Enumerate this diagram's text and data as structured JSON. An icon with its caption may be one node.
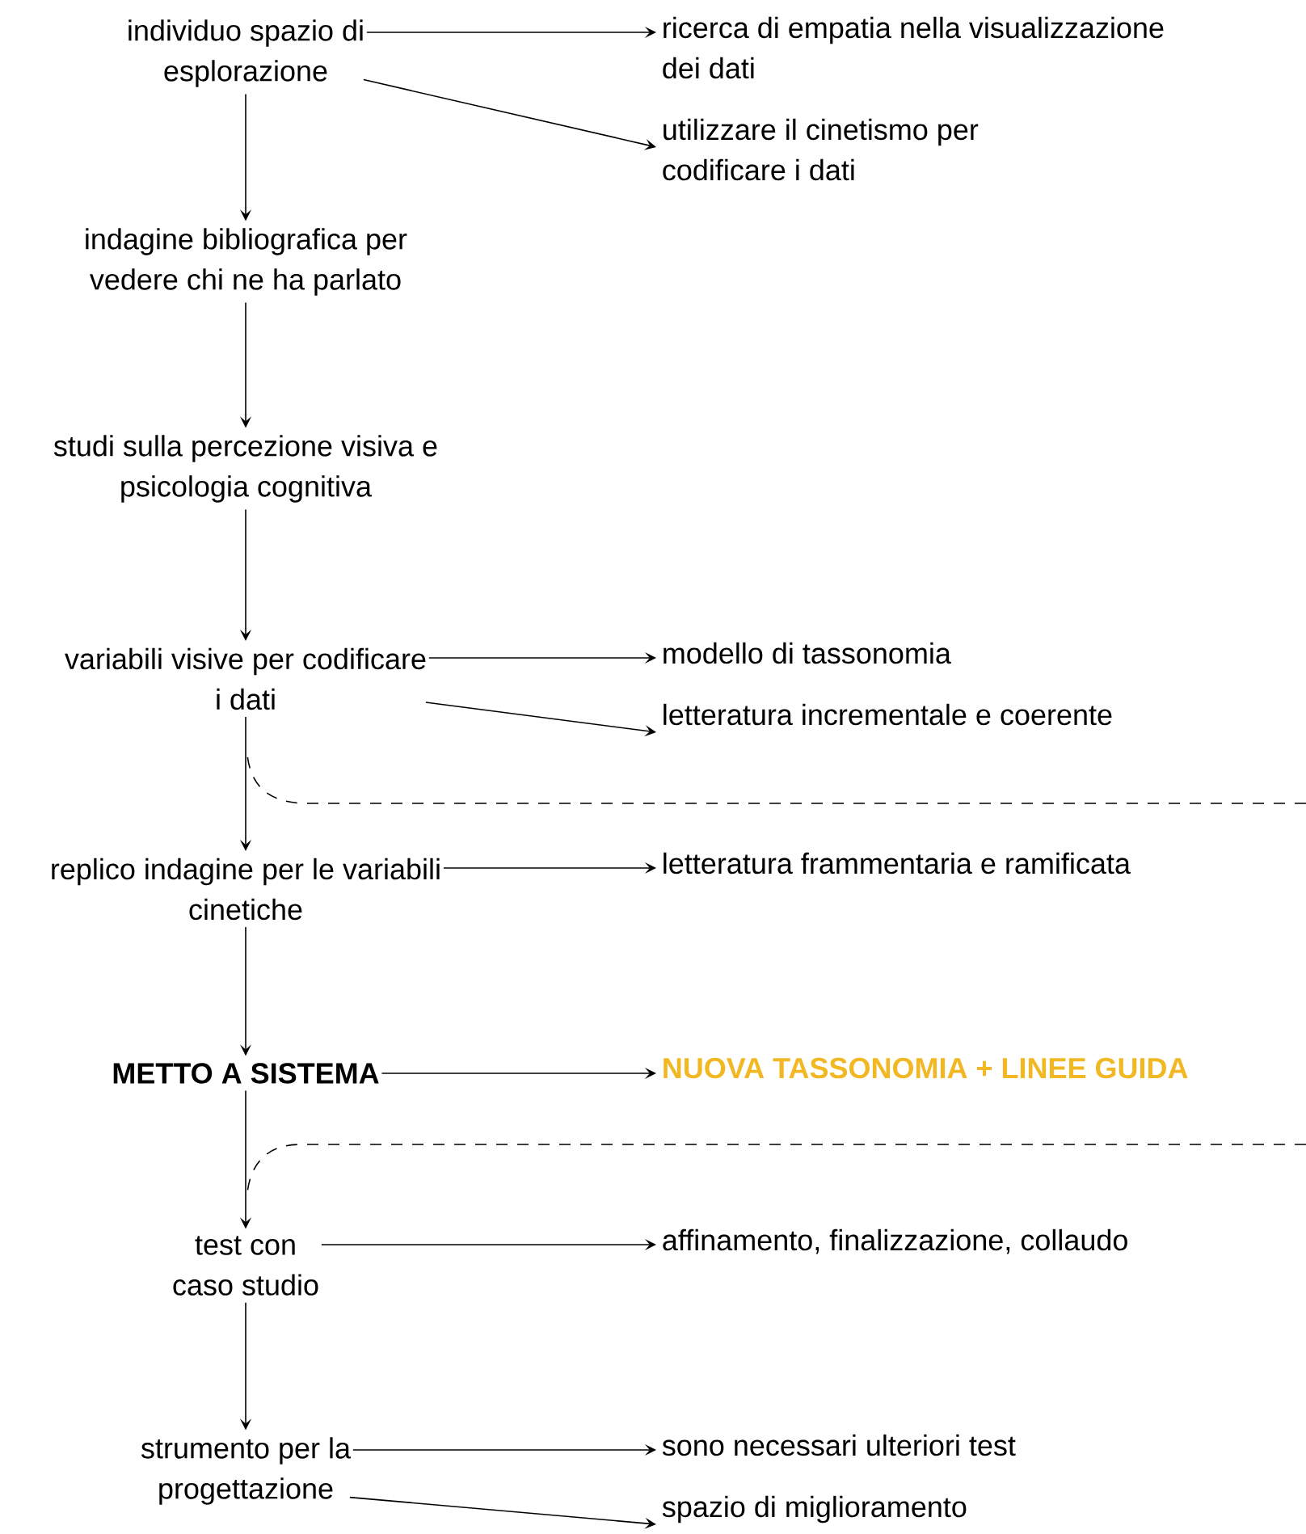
{
  "diagram": {
    "nodes": [
      {
        "text": [
          "individuo spazio di esplorazione"
        ]
      },
      {
        "text": [
          "ricerca di empatia nella visualizzazione dei dati"
        ]
      },
      {
        "text": [
          "utilizzare il cinetismo per codificare i dati"
        ]
      },
      {
        "text": [
          "indagine bibliografica per vedere chi ne ha parlato"
        ]
      },
      {
        "text": [
          "studi sulla percezione visiva e psicologia cognitiva"
        ]
      },
      {
        "text": [
          "variabili visive per codificare i dati"
        ]
      },
      {
        "text": [
          "modello di tassonomia"
        ]
      },
      {
        "text": [
          "letteratura incrementale e coerente"
        ]
      },
      {
        "text": [
          "replico indagine per le variabili cinetiche"
        ]
      },
      {
        "text": [
          "letteratura frammentaria e ramificata"
        ]
      },
      {
        "text": [
          "METTO A SISTEMA"
        ]
      },
      {
        "text": [
          "NUOVA TASSONOMIA + LINEE GUIDA"
        ]
      },
      {
        "text": [
          "test con caso studio"
        ]
      },
      {
        "text": [
          "affinamento, finalizzazione, collaudo"
        ]
      },
      {
        "text": [
          "strumento per la progettazione"
        ]
      },
      {
        "text": [
          "sono necessari ulteriori test"
        ]
      },
      {
        "text": [
          "spazio di miglioramento"
        ]
      }
    ],
    "edges": [
      {
        "from": 0,
        "to": 1,
        "arrow": "to"
      },
      {
        "from": 0,
        "to": 2,
        "arrow": "to"
      },
      {
        "from": 0,
        "to": 3,
        "arrow": "to"
      },
      {
        "from": 3,
        "to": 4,
        "arrow": "to"
      },
      {
        "from": 4,
        "to": 5,
        "arrow": "to"
      },
      {
        "from": 5,
        "to": 6,
        "arrow": "to"
      },
      {
        "from": 5,
        "to": 7,
        "arrow": "to"
      },
      {
        "from": 5,
        "to": 8,
        "arrow": "to"
      },
      {
        "from": 8,
        "to": 9,
        "arrow": "to"
      },
      {
        "from": 8,
        "to": 10,
        "arrow": "to"
      },
      {
        "from": 10,
        "to": 11,
        "arrow": "to"
      },
      {
        "from": 10,
        "to": 12,
        "arrow": "to"
      },
      {
        "from": 12,
        "to": 13,
        "arrow": "to"
      },
      {
        "from": 12,
        "to": 14,
        "arrow": "to"
      },
      {
        "from": 14,
        "to": 15,
        "arrow": "to"
      },
      {
        "from": 14,
        "to": 16,
        "arrow": "to"
      }
    ]
  }
}
